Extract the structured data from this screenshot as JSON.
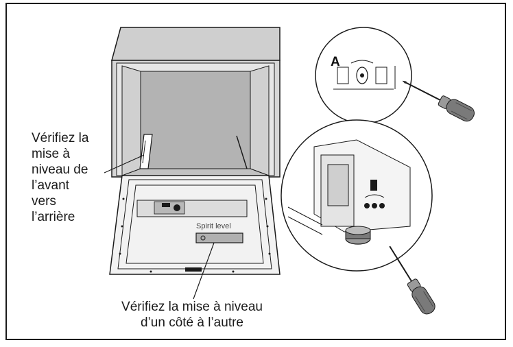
{
  "labels": {
    "check_front_back": "Vérifiez la\nmise à\nniveau de\nl’avant\nvers\nl’arrière",
    "check_side_side": "Vérifiez la mise à niveau\nd’un côté à l’autre",
    "spirit_level": "Spirit level",
    "detail_a": "A"
  },
  "colors": {
    "cabinet_gray": "#c8c8c8",
    "interior_gray": "#b5b5b5",
    "line": "#1a1a1a",
    "screwdriver_handle": "#7a7a7a"
  }
}
